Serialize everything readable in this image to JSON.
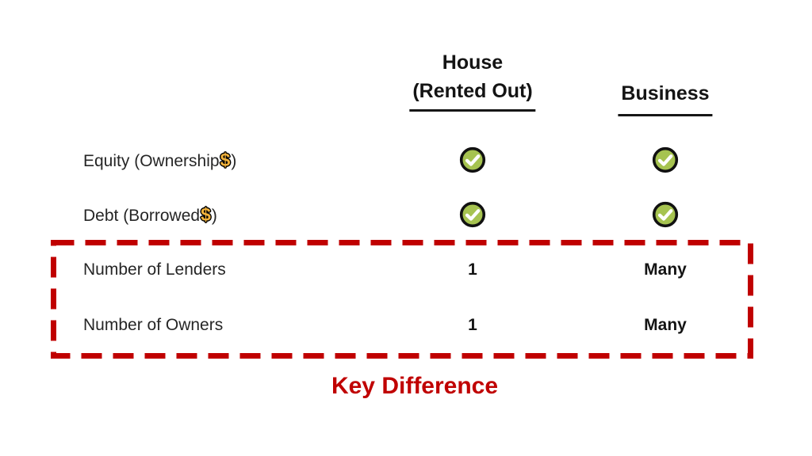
{
  "table": {
    "header": {
      "house": {
        "line1": "House",
        "line2": "(Rented Out)"
      },
      "business": {
        "label": "Business"
      }
    },
    "rows": [
      {
        "label_prefix": "Equity (Ownership",
        "dollar_icon": "$",
        "label_suffix": ")",
        "house": "check-icon",
        "business": "check-icon"
      },
      {
        "label_prefix": "Debt (Borrowed",
        "dollar_icon": "$",
        "label_suffix": ")",
        "house": "check-icon",
        "business": "check-icon"
      },
      {
        "label": "Number of Lenders",
        "house": "1",
        "business": "Many"
      },
      {
        "label": "Number of Owners",
        "house": "1",
        "business": "Many"
      }
    ]
  },
  "highlight": {
    "label": "Key Difference"
  },
  "colors": {
    "accent_red": "#c00000",
    "check_green": "#a6c350",
    "check_ring": "#111111",
    "dollar_gold": "#f3b33c",
    "text": "#1c1c1c",
    "underline": "#161616"
  }
}
